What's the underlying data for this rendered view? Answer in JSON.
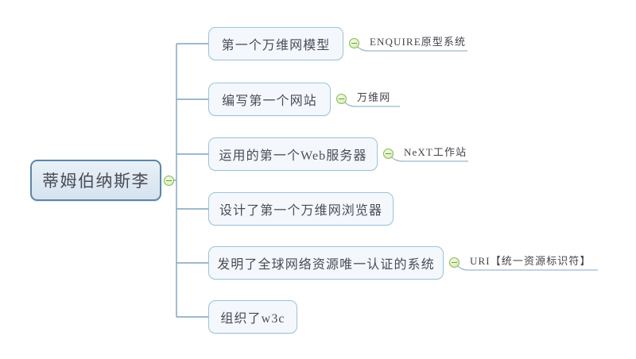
{
  "diagram": {
    "type": "mind-map",
    "orientation": "left-to-right",
    "background_color": "#ffffff",
    "line_color": "#7fa3bd",
    "root_border_color": "#5b86a8",
    "root_fill_color": "#dde8f2",
    "node_border_color": "#9dc3d8",
    "node_fill_color": "#f4f8fc",
    "text_color": "#4b4b55",
    "toggle_color": "#8ab84a"
  },
  "root": {
    "label": "蒂姆伯纳斯李",
    "toggle_state": "expanded",
    "toggle_glyph": "minus"
  },
  "branches": [
    {
      "label": "第一个万维网模型",
      "toggle_state": "expanded",
      "toggle_glyph": "minus",
      "leaf": {
        "label": "ENQUIRE原型系统"
      }
    },
    {
      "label": "编写第一个网站",
      "toggle_state": "expanded",
      "toggle_glyph": "minus",
      "leaf": {
        "label": "万维网"
      }
    },
    {
      "label": "运用的第一个Web服务器",
      "toggle_state": "expanded",
      "toggle_glyph": "minus",
      "leaf": {
        "label": "NeXT工作站"
      }
    },
    {
      "label": "设计了第一个万维网浏览器",
      "toggle_state": "none",
      "leaf": null
    },
    {
      "label": "发明了全球网络资源唯一认证的系统",
      "toggle_state": "expanded",
      "toggle_glyph": "minus",
      "leaf": {
        "label": "URI【统一资源标识符】"
      }
    },
    {
      "label": "组织了w3c",
      "toggle_state": "none",
      "leaf": null
    }
  ]
}
